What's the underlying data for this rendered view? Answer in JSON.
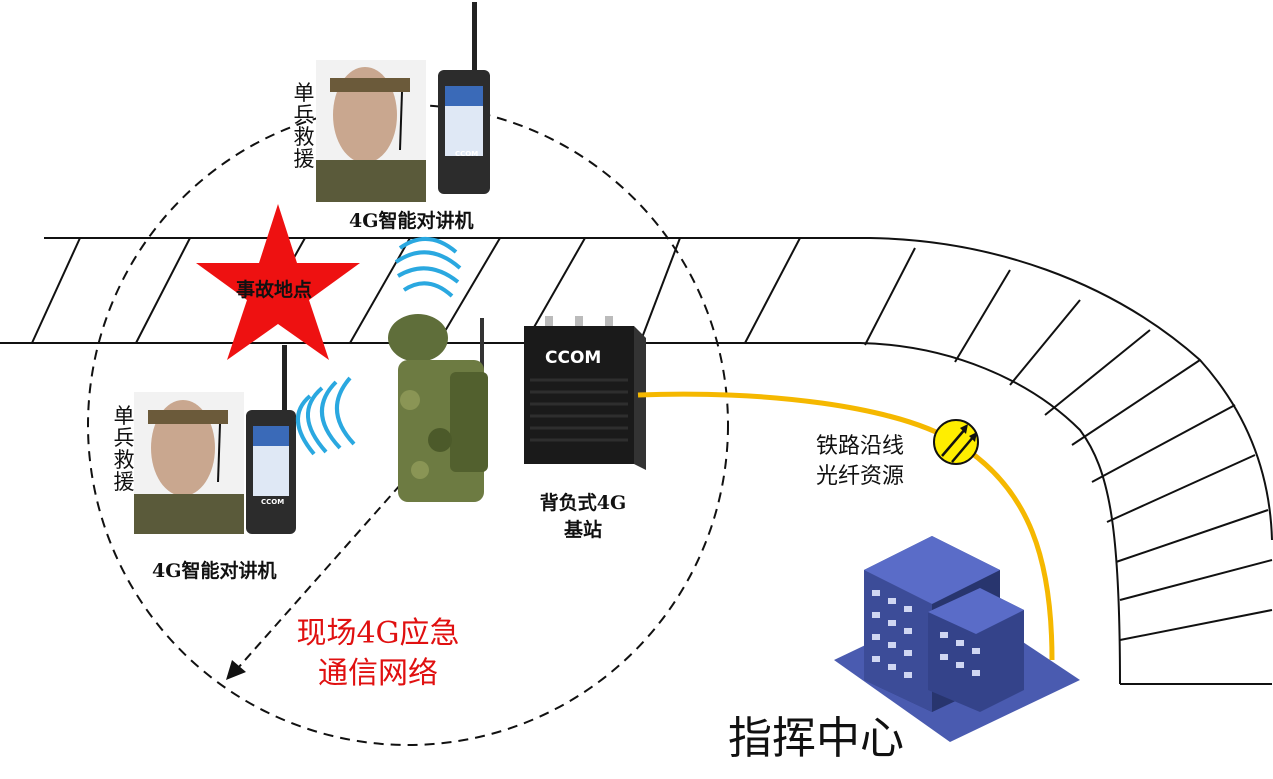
{
  "labels": {
    "rescuer": "单兵救援",
    "walkie_talkie_top": "4G智能对讲机",
    "walkie_talkie_bottom": "4G智能对讲机",
    "accident_site": "事故地点",
    "backpack_base_station_line1": "背负式4G",
    "backpack_base_station_line2": "基站",
    "fiber_line1": "铁路沿线",
    "fiber_line2": "光纤资源",
    "network_line1": "现场4G应急",
    "network_line2": "通信网络",
    "command_center": "指挥中心",
    "device_brand": "CCOM"
  },
  "colors": {
    "star": "#ee1111",
    "network_text": "#e01010",
    "fiber": "#f5b800",
    "radio_waves": "#2aa8e0",
    "building": "#3a4a8c",
    "base_station": "#1a1a1a"
  }
}
